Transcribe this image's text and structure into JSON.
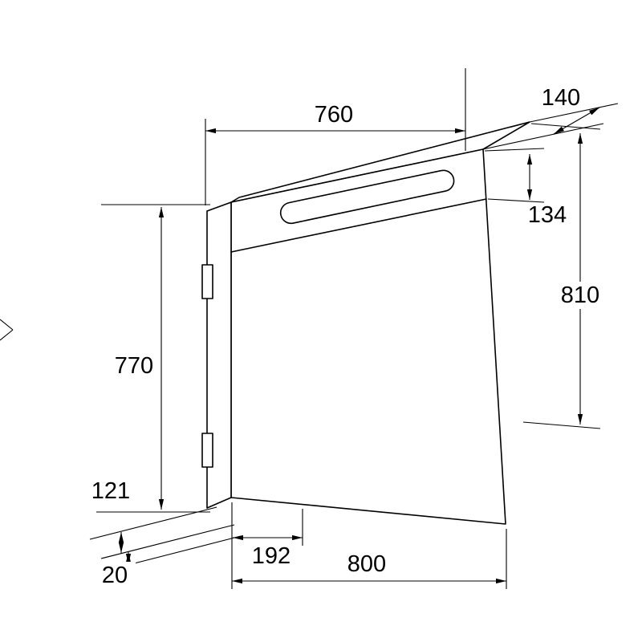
{
  "drawing": {
    "subject": "mirror-cabinet-technical-drawing",
    "colors": {
      "line": "#000000",
      "background": "#ffffff"
    },
    "dims": {
      "top_width": "760",
      "top_depth": "140",
      "light_section_height": "134",
      "total_height_right": "810",
      "door_height_left": "770",
      "bottom_depth": "121",
      "panel_thickness": "20",
      "bottom_offset": "192",
      "total_width": "800"
    }
  }
}
